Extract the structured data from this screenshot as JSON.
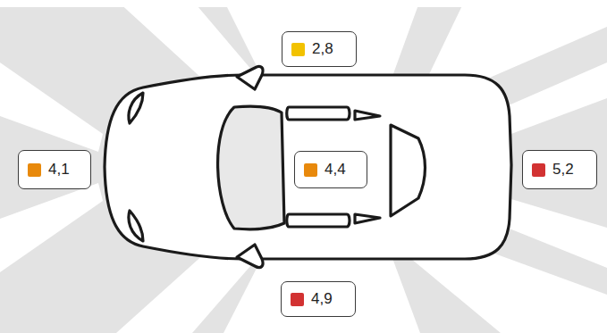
{
  "diagram": {
    "nodes": [
      {
        "text": [
          "2,8"
        ]
      },
      {
        "text": [
          "4,1"
        ]
      },
      {
        "text": [
          "4,4"
        ]
      },
      {
        "text": [
          "5,2"
        ]
      },
      {
        "text": [
          "4,9"
        ]
      }
    ]
  }
}
